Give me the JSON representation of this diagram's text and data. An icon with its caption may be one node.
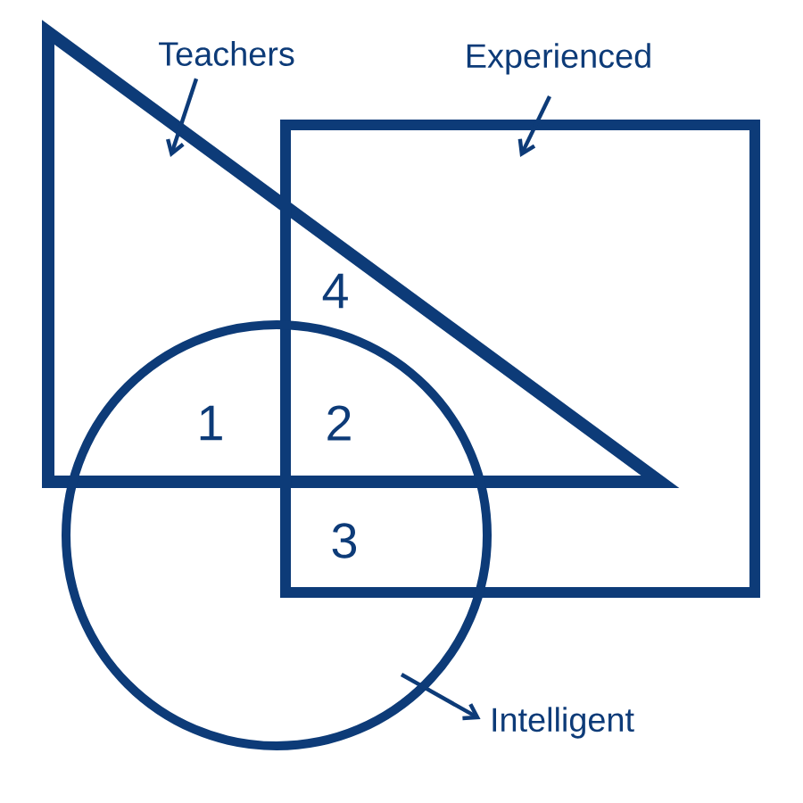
{
  "diagram": {
    "nodes": [
      {
        "text": [],
        "shape": "triangle"
      },
      {
        "text": [
          "Teachers"
        ]
      },
      {
        "text": [
          "Experienced"
        ]
      },
      {
        "text": [],
        "shape": "box"
      },
      {
        "text": [],
        "shape": "circle"
      },
      {
        "text": [
          "Intelligent"
        ]
      }
    ],
    "edges": [
      {
        "from": 1,
        "to": 0,
        "arrow": "to"
      },
      {
        "from": 2,
        "to": 3,
        "arrow": "to"
      },
      {
        "from": 4,
        "to": 5,
        "arrow": "to"
      }
    ],
    "labels": [
      "4",
      "1",
      "2",
      "3"
    ]
  }
}
